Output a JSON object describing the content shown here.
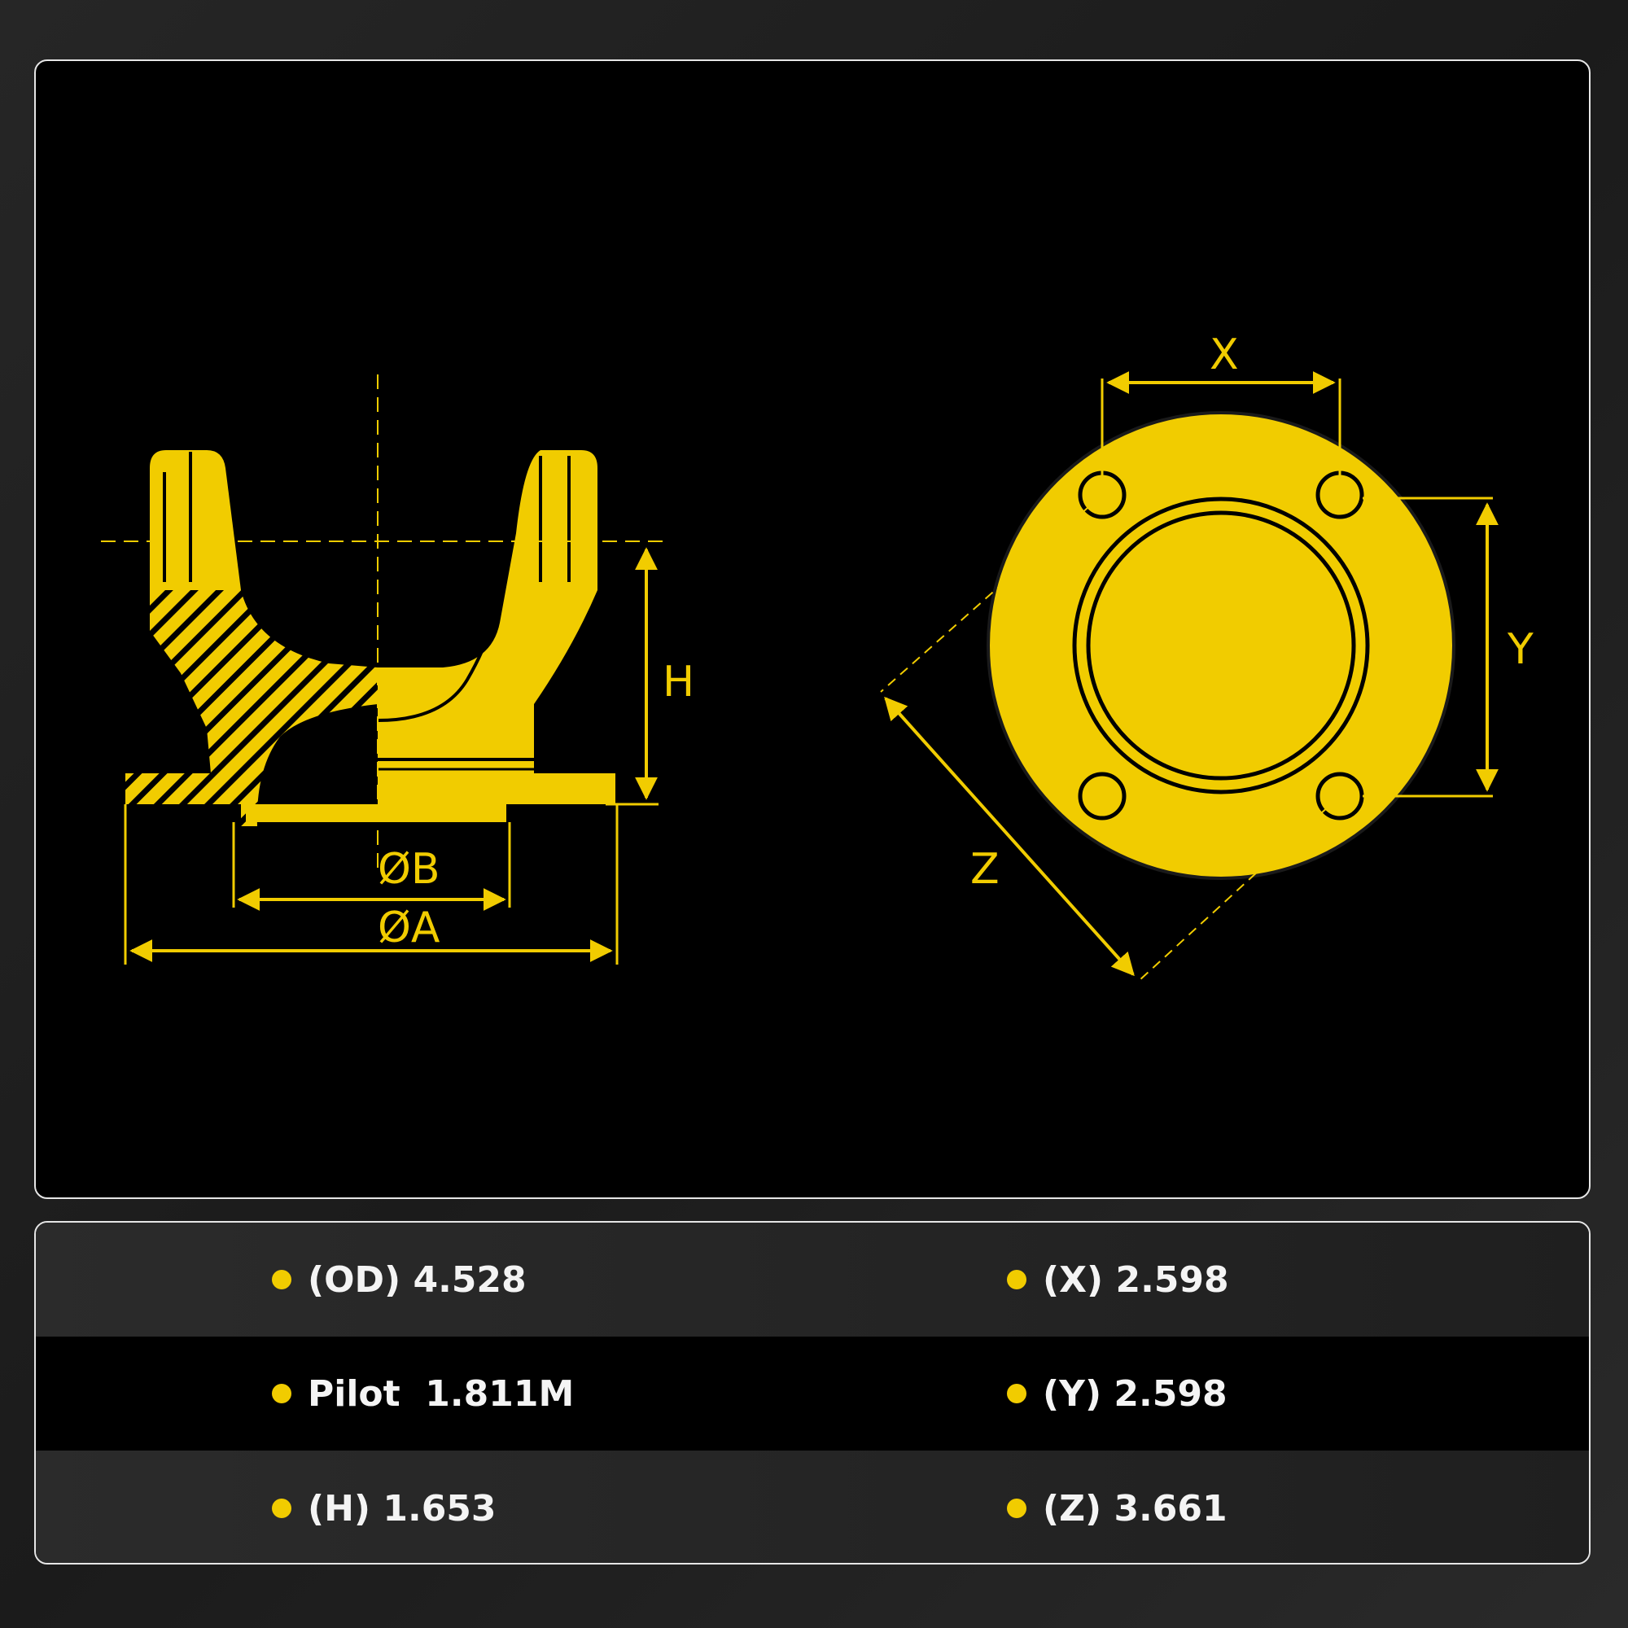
{
  "diagram": {
    "labels": {
      "h": "H",
      "dia_b": "ØB",
      "dia_a": "ØA",
      "x": "X",
      "y": "Y",
      "z": "Z"
    },
    "colors": {
      "accent": "#f1cc00",
      "background": "#000000"
    }
  },
  "specs": {
    "rows": [
      {
        "left": "(OD) 4.528",
        "right": "(X) 2.598"
      },
      {
        "left": "Pilot  1.811M",
        "right": "(Y) 2.598"
      },
      {
        "left": "(H) 1.653",
        "right": "(Z) 3.661"
      }
    ]
  }
}
